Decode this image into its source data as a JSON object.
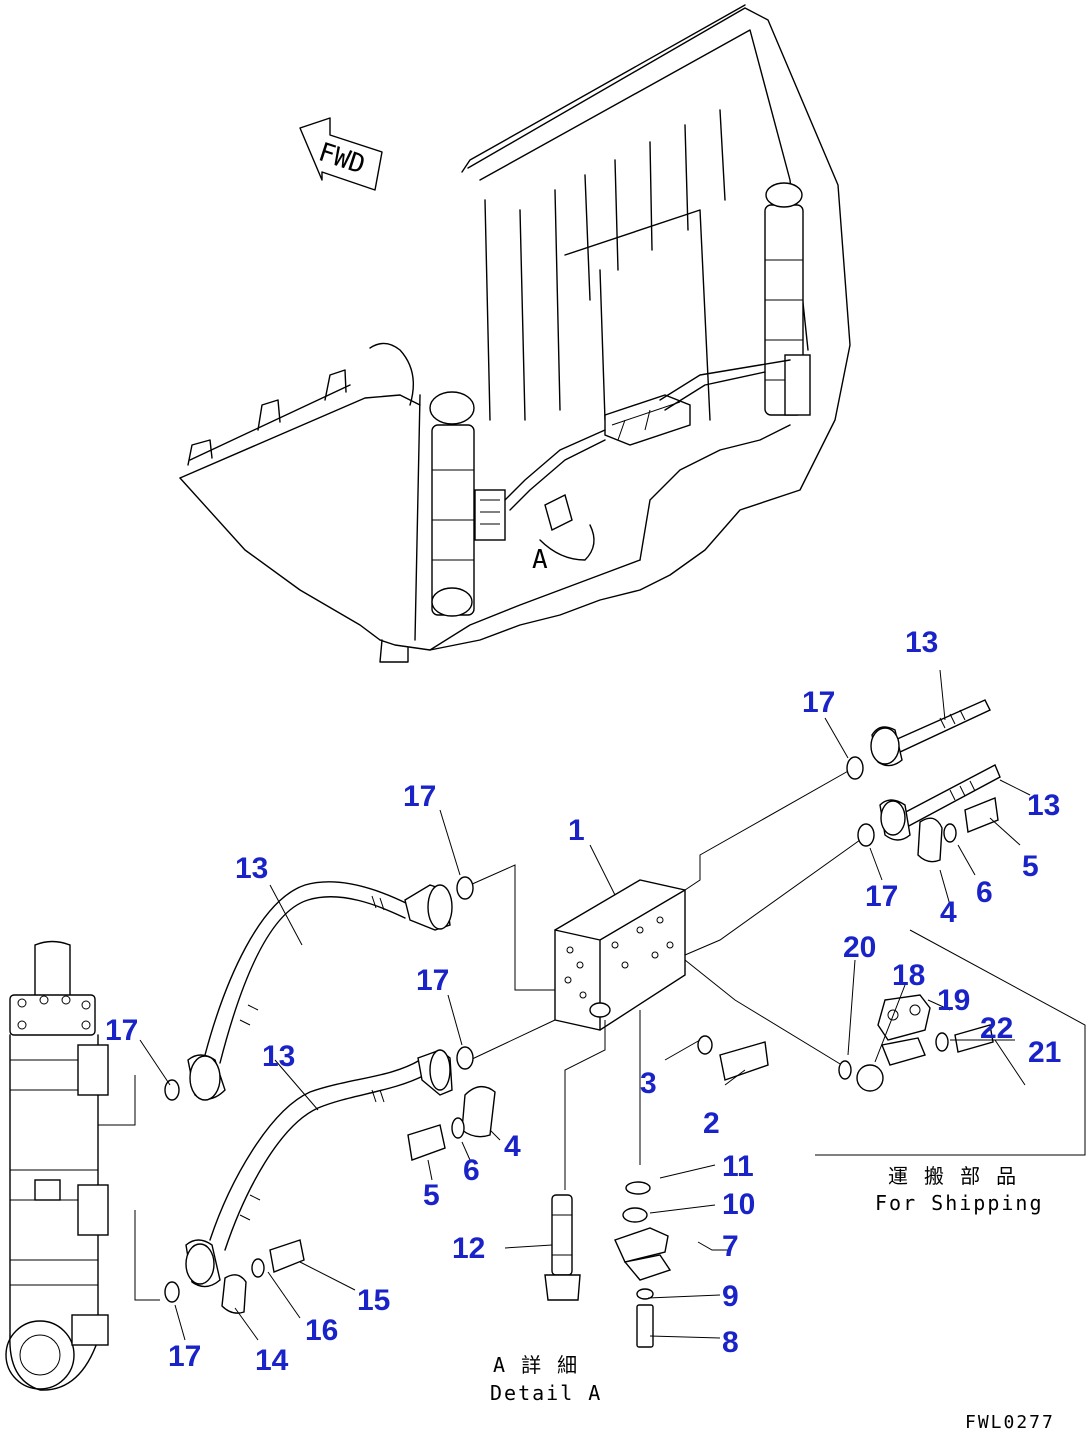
{
  "fwd_label": "FWD",
  "detail_label_jp": "A 詳 細",
  "detail_label_en": "Detail A",
  "detail_marker": "A",
  "shipping_label_jp": "運 搬 部 品",
  "shipping_label_en": "For Shipping",
  "figure_code": "FWL0277",
  "callouts": [
    {
      "id": "c1",
      "text": "1"
    },
    {
      "id": "c2",
      "text": "2"
    },
    {
      "id": "c3",
      "text": "3"
    },
    {
      "id": "c4a",
      "text": "4"
    },
    {
      "id": "c4b",
      "text": "4"
    },
    {
      "id": "c5a",
      "text": "5"
    },
    {
      "id": "c5b",
      "text": "5"
    },
    {
      "id": "c6a",
      "text": "6"
    },
    {
      "id": "c6b",
      "text": "6"
    },
    {
      "id": "c7",
      "text": "7"
    },
    {
      "id": "c8",
      "text": "8"
    },
    {
      "id": "c9",
      "text": "9"
    },
    {
      "id": "c10",
      "text": "10"
    },
    {
      "id": "c11",
      "text": "11"
    },
    {
      "id": "c12",
      "text": "12"
    },
    {
      "id": "c13a",
      "text": "13"
    },
    {
      "id": "c13b",
      "text": "13"
    },
    {
      "id": "c13c",
      "text": "13"
    },
    {
      "id": "c13d",
      "text": "13"
    },
    {
      "id": "c14",
      "text": "14"
    },
    {
      "id": "c15",
      "text": "15"
    },
    {
      "id": "c16",
      "text": "16"
    },
    {
      "id": "c17a",
      "text": "17"
    },
    {
      "id": "c17b",
      "text": "17"
    },
    {
      "id": "c17c",
      "text": "17"
    },
    {
      "id": "c17d",
      "text": "17"
    },
    {
      "id": "c17e",
      "text": "17"
    },
    {
      "id": "c17f",
      "text": "17"
    },
    {
      "id": "c18",
      "text": "18"
    },
    {
      "id": "c19",
      "text": "19"
    },
    {
      "id": "c20",
      "text": "20"
    },
    {
      "id": "c21",
      "text": "21"
    },
    {
      "id": "c22",
      "text": "22"
    }
  ]
}
